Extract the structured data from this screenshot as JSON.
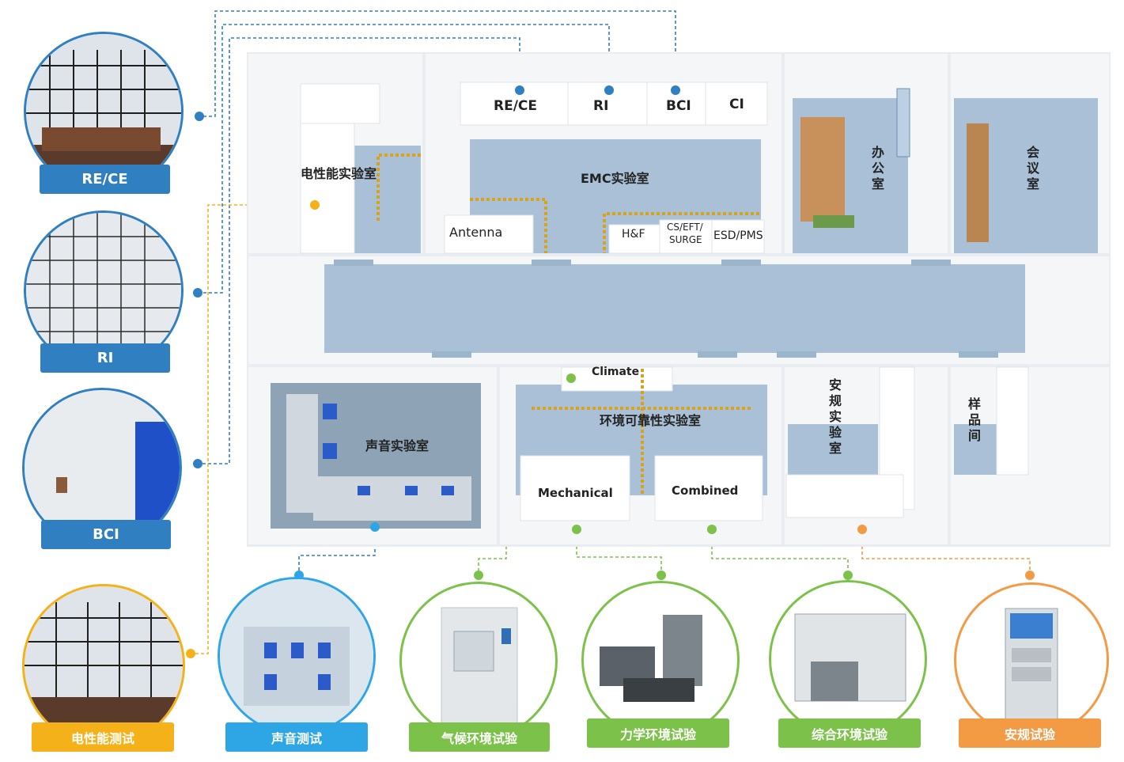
{
  "colors": {
    "blue": "#2f7fc1",
    "yellow": "#f5b11a",
    "sky": "#2ea6e6",
    "green": "#7cc24a",
    "orange": "#f39a45",
    "floor": "#a9c0d6",
    "wall": "#ffffff",
    "cable": "#d9a21b"
  },
  "rooms": {
    "electrical": "电性能实验室",
    "emc": "EMC实验室",
    "office": "办公室",
    "meeting": "会议室",
    "acoustic": "声音实验室",
    "environment": "环境可靠性实验室",
    "safety": "安规实验室",
    "sample": "样品间"
  },
  "emc_stations": {
    "rece": "RE/CE",
    "ri": "RI",
    "bci": "BCI",
    "ci": "CI",
    "antenna": "Antenna",
    "hf": "H&F",
    "cs_line1": "CS/EFT/",
    "cs_line2": "SURGE",
    "esd": "ESD/PMS"
  },
  "env_stations": {
    "climate": "Climate",
    "mechanical": "Mechanical",
    "combined": "Combined"
  },
  "left_tests": {
    "rece": "RE/CE",
    "ri": "RI",
    "bci": "BCI",
    "electrical": "电性能测试"
  },
  "bottom_tests": {
    "acoustic": "声音测试",
    "climate": "气候环境试验",
    "mechanical": "力学环境试验",
    "combined": "综合环境试验",
    "safety": "安规试验"
  },
  "icons": {
    "rece": "anechoic-chamber-photo",
    "ri": "shielded-room-photo",
    "bci": "shield-door-photo",
    "electrical": "electrical-test-photo",
    "acoustic": "acoustic-chamber-photo",
    "climate": "climate-chamber-photo",
    "mechanical": "vibration-shaker-photo",
    "combined": "combined-chamber-photo",
    "safety": "safety-tester-photo"
  }
}
